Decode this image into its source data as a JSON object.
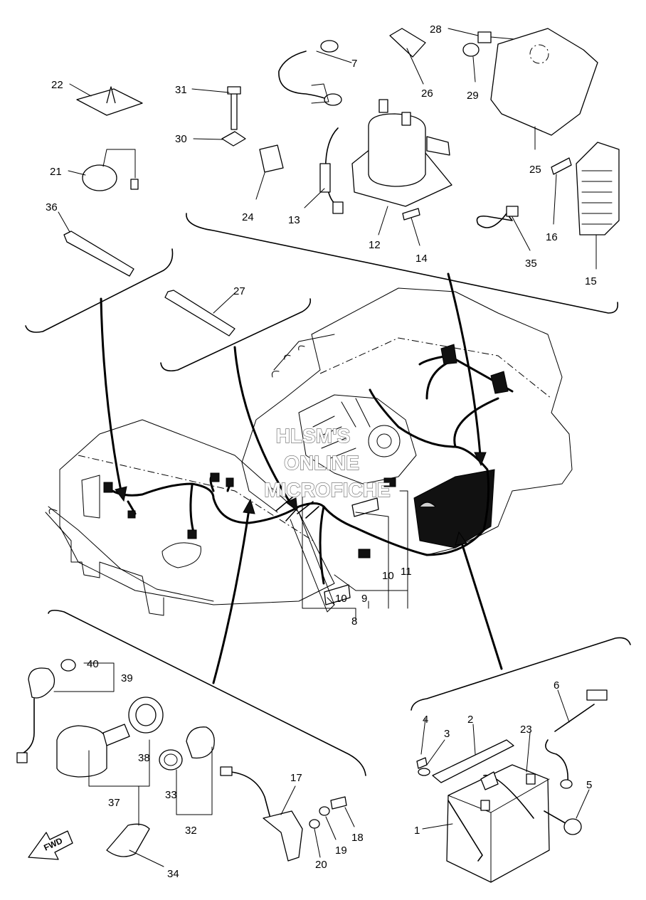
{
  "watermark": {
    "line1": "HLSM'S",
    "line2": "ONLINE",
    "line3": "MICROFICHE"
  },
  "direction_badge": {
    "label": "FWD"
  },
  "callouts": {
    "c1": "1",
    "c2": "2",
    "c3": "3",
    "c4": "4",
    "c5": "5",
    "c6": "6",
    "c7": "7",
    "c8": "8",
    "c9": "9",
    "c10a": "10",
    "c10b": "10",
    "c11": "11",
    "c12": "12",
    "c13": "13",
    "c14": "14",
    "c15": "15",
    "c16": "16",
    "c17": "17",
    "c18": "18",
    "c19": "19",
    "c20": "20",
    "c21": "21",
    "c22": "22",
    "c23": "23",
    "c24": "24",
    "c25": "25",
    "c26": "26",
    "c27": "27",
    "c28": "28",
    "c29": "29",
    "c30": "30",
    "c31": "31",
    "c32": "32",
    "c33": "33",
    "c34": "34",
    "c35": "35",
    "c36": "36",
    "c37": "37",
    "c38": "38",
    "c39": "39",
    "c40": "40"
  }
}
